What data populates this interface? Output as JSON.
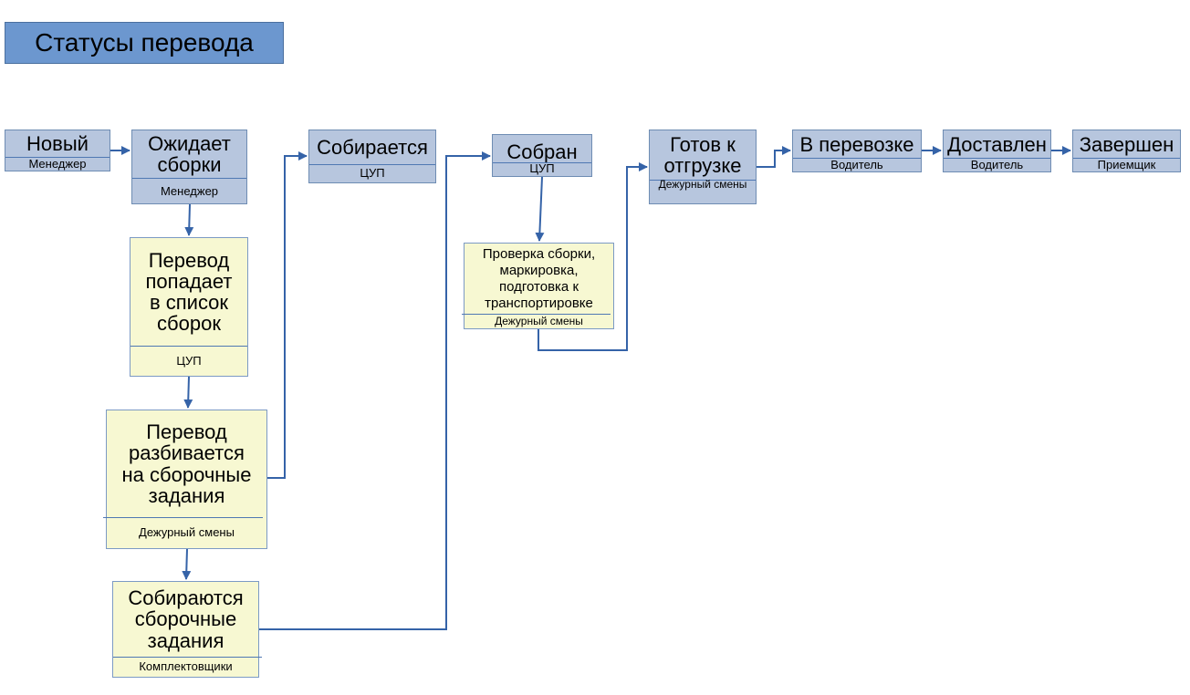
{
  "title": "Статусы перевода",
  "statuses": {
    "new": {
      "name": "Новый",
      "role": "Менеджер"
    },
    "awaiting": {
      "name": "Ожидает сборки",
      "role": "Менеджер"
    },
    "assembling": {
      "name": "Собирается",
      "role": "ЦУП"
    },
    "assembled": {
      "name": "Собран",
      "role": "ЦУП"
    },
    "ready": {
      "name": "Готов к отгрузке",
      "role": "Дежурный смены"
    },
    "transit": {
      "name": "В перевозке",
      "role": "Водитель"
    },
    "delivered": {
      "name": "Доставлен",
      "role": "Водитель"
    },
    "completed": {
      "name": "Завершен",
      "role": "Приемщик"
    }
  },
  "steps": {
    "to_list": {
      "name": "Перевод попадает в список сборок",
      "role": "ЦУП"
    },
    "split": {
      "name": "Перевод разбивается на сборочные задания",
      "role": "Дежурный смены"
    },
    "collect": {
      "name": "Собираются сборочные задания",
      "role": "Комплектовщики"
    },
    "check": {
      "name": "Проверка сборки, маркировка, подготовка к транспортировке",
      "role": "Дежурный смены"
    }
  },
  "colors": {
    "status_fill": "#b7c6de",
    "step_fill": "#f7f8d2",
    "title_fill": "#6c97cf",
    "connector": "#3563a8"
  }
}
